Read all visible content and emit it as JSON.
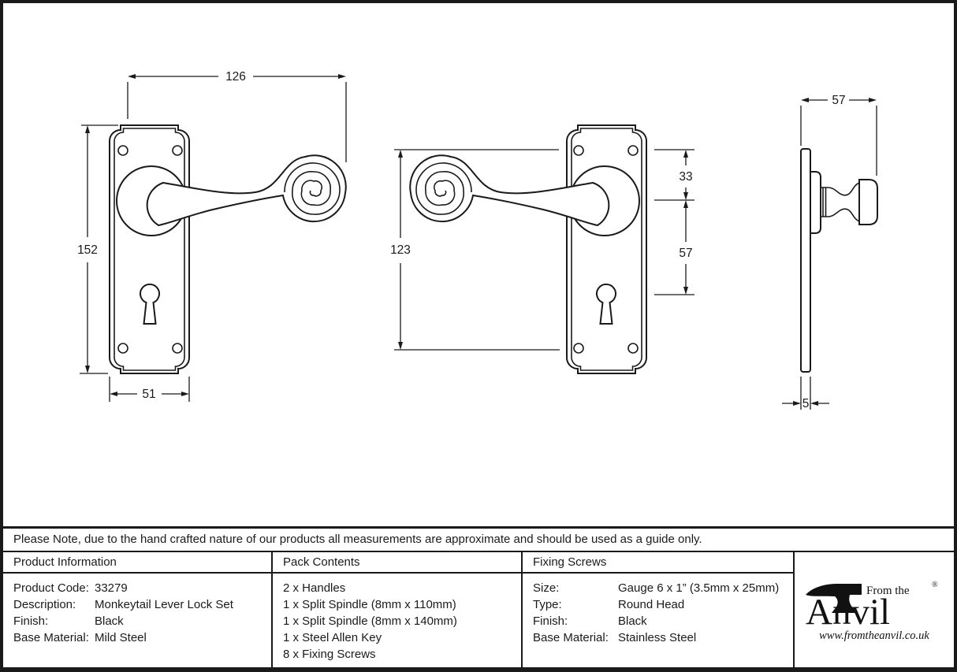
{
  "note": "Please Note, due to the hand crafted nature of our products all measurements are approximate and should be used as a guide only.",
  "drawing": {
    "front_view": {
      "width": "126",
      "height": "152",
      "plate_width": "51"
    },
    "mirror_view": {
      "hole_span": "123",
      "rose_offset": "33",
      "keyhole_offset": "57"
    },
    "side_view": {
      "projection": "57",
      "thickness": "5"
    }
  },
  "table": {
    "product_information": {
      "header": "Product Information",
      "rows": [
        {
          "label": "Product Code:",
          "value": "33279"
        },
        {
          "label": "Description:",
          "value": "Monkeytail Lever Lock Set"
        },
        {
          "label": "Finish:",
          "value": "Black"
        },
        {
          "label": "Base Material:",
          "value": "Mild Steel"
        }
      ]
    },
    "pack_contents": {
      "header": "Pack Contents",
      "items": [
        "2 x Handles",
        "1 x Split Spindle (8mm x 110mm)",
        "1 x Split Spindle (8mm x 140mm)",
        "1 x Steel Allen Key",
        "8 x Fixing Screws"
      ]
    },
    "fixing_screws": {
      "header": "Fixing Screws",
      "rows": [
        {
          "label": "Size:",
          "value": "Gauge 6 x 1” (3.5mm x 25mm)"
        },
        {
          "label": "Type:",
          "value": "Round Head"
        },
        {
          "label": "Finish:",
          "value": "Black"
        },
        {
          "label": "Base Material:",
          "value": "Stainless Steel"
        }
      ]
    }
  },
  "logo": {
    "from_the": "From the",
    "brand": "Anvil",
    "registered": "®",
    "url": "www.fromtheanvil.co.uk"
  },
  "colors": {
    "line": "#1a1a1a",
    "background": "#ffffff"
  }
}
